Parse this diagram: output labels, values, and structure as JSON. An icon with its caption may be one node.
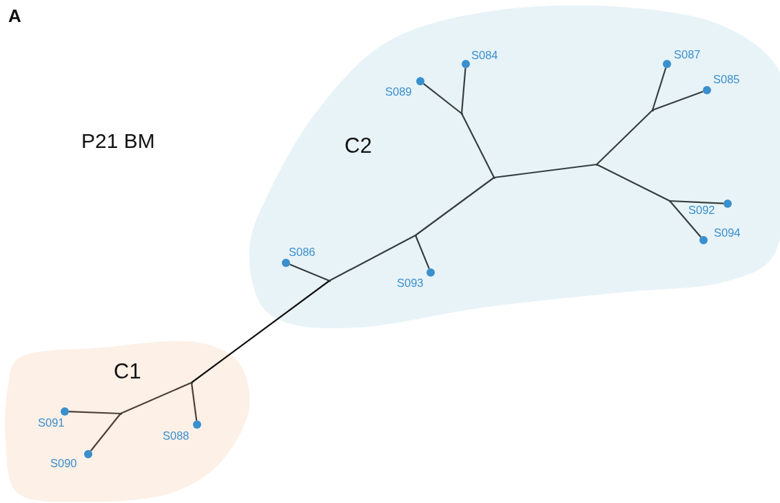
{
  "diagram": {
    "nodes": [
      {
        "text": [
          "C2"
        ]
      },
      {
        "text": [],
        "shape": "circle",
        "beside": [
          "S084"
        ],
        "in": 0
      },
      {
        "text": [],
        "shape": "circle",
        "beside": [
          "S089"
        ],
        "in": 0
      },
      {
        "text": [],
        "shape": "circle",
        "beside": [
          "S087"
        ],
        "in": 0
      },
      {
        "text": [],
        "shape": "circle",
        "beside": [
          "S085"
        ],
        "in": 0
      },
      {
        "text": [],
        "shape": "circle",
        "beside": [
          "S092"
        ],
        "in": 0
      },
      {
        "text": [],
        "shape": "circle",
        "beside": [
          "S094"
        ],
        "in": 0
      },
      {
        "text": [],
        "shape": "circle",
        "beside": [
          "S086"
        ],
        "in": 0
      },
      {
        "text": [],
        "shape": "circle",
        "beside": [
          "S093"
        ],
        "in": 0
      },
      {
        "text": [],
        "shape": "point",
        "in": 0
      },
      {
        "text": [],
        "shape": "point",
        "in": 0
      },
      {
        "text": [],
        "shape": "point",
        "in": 0
      },
      {
        "text": [],
        "shape": "point",
        "in": 0
      },
      {
        "text": [],
        "shape": "point",
        "in": 0
      },
      {
        "text": [],
        "shape": "point",
        "in": 0
      },
      {
        "text": [],
        "shape": "point",
        "in": 0
      },
      {
        "text": [
          "C1"
        ]
      },
      {
        "text": [],
        "shape": "circle",
        "beside": [
          "S091"
        ],
        "in": 16
      },
      {
        "text": [],
        "shape": "circle",
        "beside": [
          "S090"
        ],
        "in": 16
      },
      {
        "text": [],
        "shape": "circle",
        "beside": [
          "S088"
        ],
        "in": 16
      },
      {
        "text": [],
        "shape": "point",
        "in": 16
      },
      {
        "text": [],
        "shape": "point",
        "in": 16
      }
    ],
    "edges": [
      {
        "from": 9,
        "to": 1,
        "arrow": "none"
      },
      {
        "from": 9,
        "to": 2,
        "arrow": "none"
      },
      {
        "from": 10,
        "to": 9,
        "arrow": "none"
      },
      {
        "from": 10,
        "to": 11,
        "arrow": "none"
      },
      {
        "from": 11,
        "to": 12,
        "arrow": "none"
      },
      {
        "from": 12,
        "to": 3,
        "arrow": "none"
      },
      {
        "from": 12,
        "to": 4,
        "arrow": "none"
      },
      {
        "from": 11,
        "to": 13,
        "arrow": "none"
      },
      {
        "from": 13,
        "to": 5,
        "arrow": "none"
      },
      {
        "from": 13,
        "to": 6,
        "arrow": "none"
      },
      {
        "from": 10,
        "to": 14,
        "arrow": "none"
      },
      {
        "from": 14,
        "to": 8,
        "arrow": "none"
      },
      {
        "from": 14,
        "to": 15,
        "arrow": "none"
      },
      {
        "from": 15,
        "to": 7,
        "arrow": "none"
      },
      {
        "from": 15,
        "to": 20,
        "arrow": "none",
        "color": "#111111"
      },
      {
        "from": 20,
        "to": 19,
        "arrow": "none",
        "color": "#4a3e36"
      },
      {
        "from": 20,
        "to": 21,
        "arrow": "none",
        "color": "#4a3e36"
      },
      {
        "from": 21,
        "to": 17,
        "arrow": "none",
        "color": "#4a3e36"
      },
      {
        "from": 21,
        "to": 18,
        "arrow": "none",
        "color": "#4a3e36"
      }
    ],
    "labels": [
      "A",
      "P21 BM"
    ]
  }
}
